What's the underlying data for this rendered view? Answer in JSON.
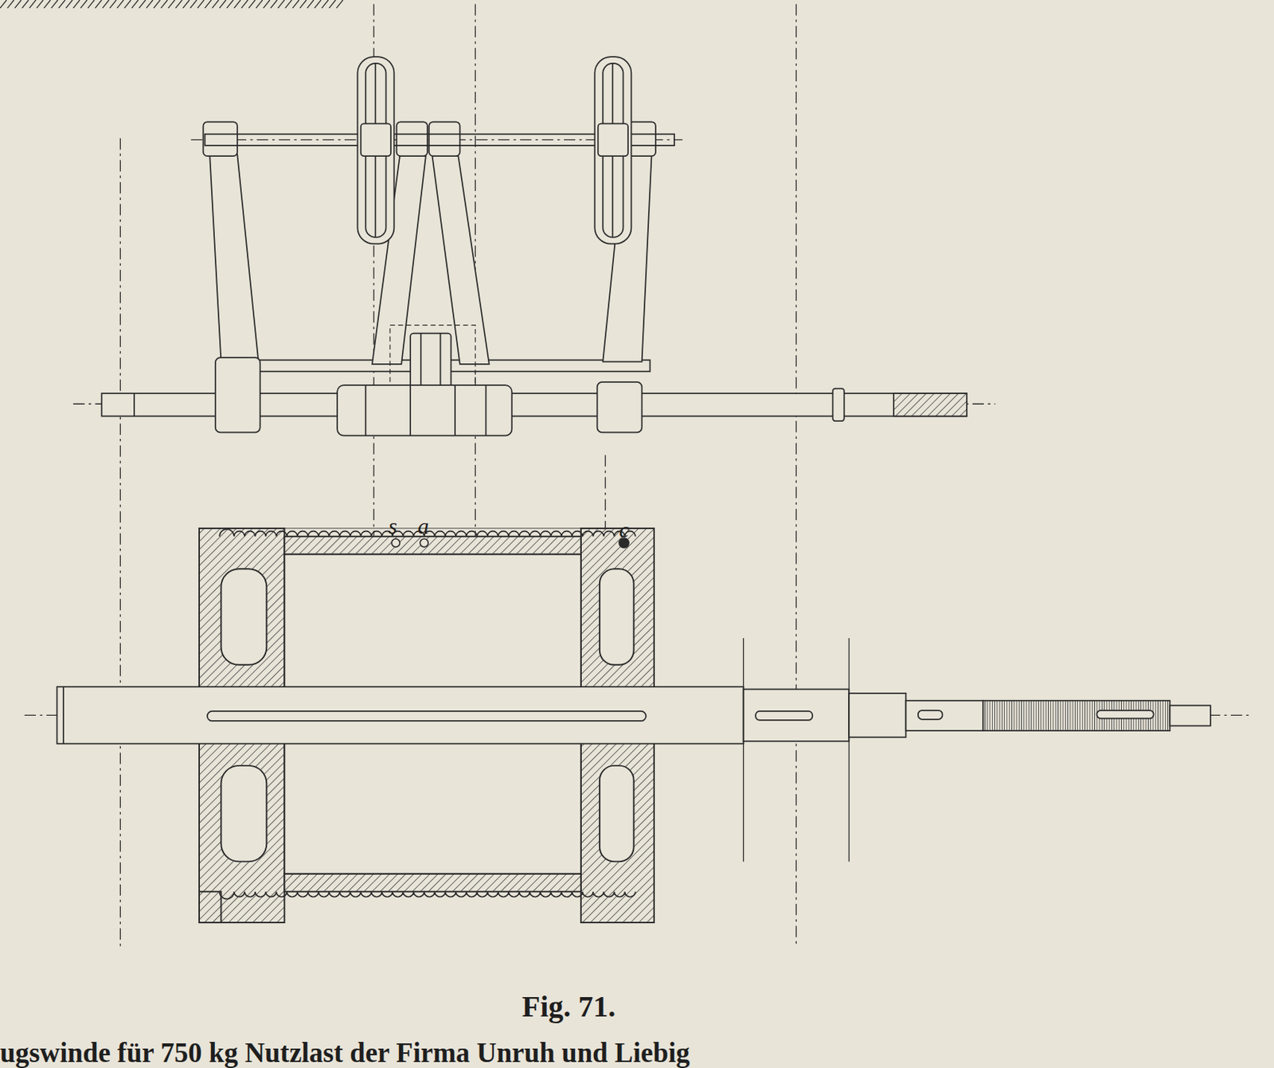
{
  "diagram": {
    "caption": "Fig. 71.",
    "labels": [
      "s",
      "a",
      "c",
      "ugswinde für 750 kg Nutzlast der Firma Unruh und Liebig"
    ]
  }
}
